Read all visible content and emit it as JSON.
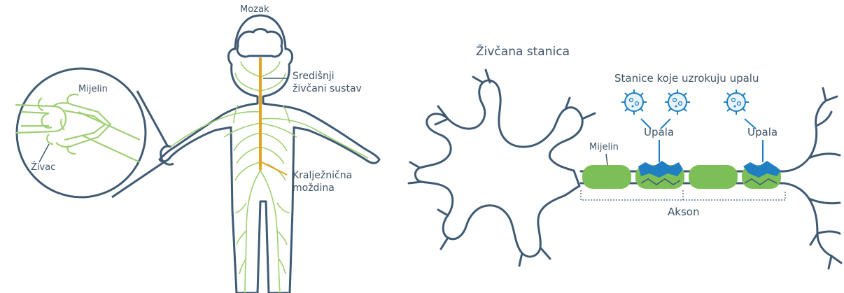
{
  "colors": {
    "outline": "#3f5a73",
    "nerve": "#9fcf73",
    "spinal": "#e3a521",
    "myelin": "#7cbf57",
    "damage": "#1f7fc2",
    "text": "#3f5468"
  },
  "left_figure": {
    "labels": {
      "brain": "Mozak",
      "cns_line1": "Središnji",
      "cns_line2": "živčani sustav",
      "spinal_line1": "Kralježnična",
      "spinal_line2": "moždina",
      "myelin": "Mijelin",
      "nerve": "Živac"
    }
  },
  "right_figure": {
    "labels": {
      "title": "Živčana stanica",
      "cells": "Stanice koje uzrokuju upalu",
      "inflammation_1": "Upala",
      "inflammation_2": "Upala",
      "myelin": "Mijelin",
      "axon": "Akson"
    },
    "icons": [
      "immune-cell-icon",
      "immune-cell-icon",
      "immune-cell-icon"
    ]
  }
}
